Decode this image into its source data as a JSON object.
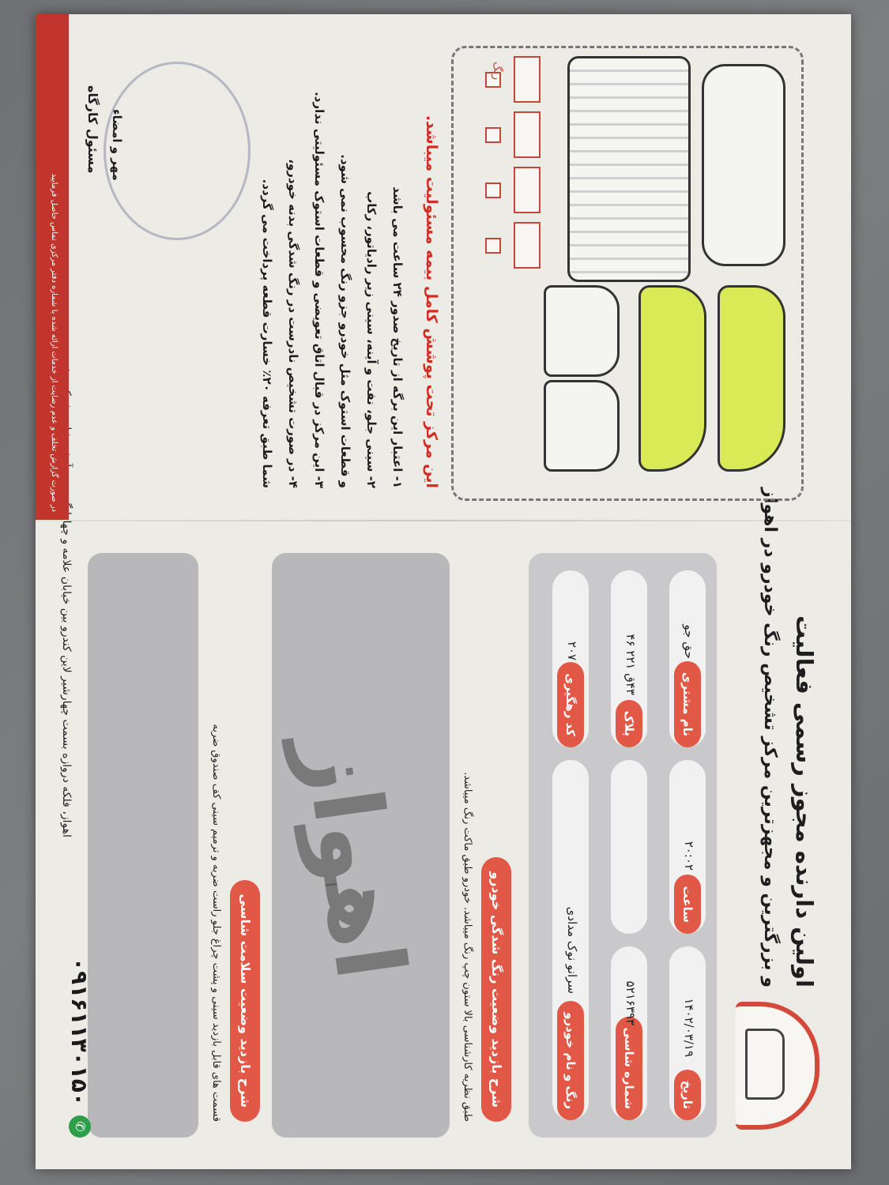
{
  "header": {
    "title_main": "اولین دارنده مجوز رسمی فعالیت",
    "title_sub": "و بزرگترین و مجهزترین مرکز تشخیص رنگ خودرو در اهواز"
  },
  "form": {
    "date_label": "تاریخ",
    "date_value": "۱۴۰۲/۰۳/۱۹",
    "time_label": "ساعت",
    "time_value": "۲۰:۰۲",
    "customer_label": "نام مشتری",
    "customer_value": "حق جو",
    "chassis_label": "شماره شاسی",
    "chassis_value": "۵۲۱۶۳۹۳",
    "plate_label": "پلاک",
    "plate_value": "۴۳ق ۲۲۱ ۴۶",
    "car_label": "رنگ و نام خودرو",
    "car_value": "سرانو نوک مدادی",
    "tracking_label": "کد رهگیری",
    "tracking_value": "۲۰۷"
  },
  "sections": {
    "paint_title": "شرح بازدید وضعیت رنگ شدگی خودرو",
    "paint_note": "طبق نظریه کارشناسی بالا ستون چپ رنگ میباشد. خودرو طبق ماکت رنگ میباشد.",
    "chassis_title": "شرح بازدید وضعیت سلامت شاسی",
    "chassis_note": "قسمت های قابل بازدید سینی و پشت چراغ جلو راست ضربه و ترمیم سینی کف صندوق ضربه"
  },
  "watermark": "اهواز",
  "contact": {
    "phone": "۰۹۱۶۱۱۳۰۱۵۰",
    "address": "اهواز، فلکه دروازه بسمت چهارشیر لاین کندرو بین خیابان علامه و چهارلنگ ردوی آتش نشانی شرکت نفت"
  },
  "diagram": {
    "color_label": "رنگ"
  },
  "terms": {
    "responsibility": "این مرکز تحت پوشش کامل بیمه مسئولیت میباشد.",
    "item1": "۱- اعتبار این برگه از تاریخ صدور ۲۴ ساعت می باشد",
    "item2": "۲- سینی جلو، نفت و آینه، سینی زیر رادیاتور، رکاب",
    "item3": "و قطعات استوک مثل خودرو جزو رنگ محسوب نمی شود.",
    "item4": "۳- این مرکز در قبال اتاق تعویضی و قطعات استوک مسئولیتی ندارد.",
    "item5": "۴- در صورت تشخیص نادرست در رنگ شدگی بدنه خودرو،",
    "item6": "شما طبق تعرفه ۲۰٪ خسارت قطعه پرداخت می گردد."
  },
  "signature": {
    "sign_label": "مهر و امضاء",
    "manager_label": "مسئول کارگاه"
  },
  "footer": {
    "note": "در صورت گزارش تخلف و عدم رضایت از خدمات ارائه شده با شماره دفتر مرکزی تماس حاصل فرمایید"
  },
  "colors": {
    "accent": "#e25846",
    "highlight": "#d8ea55",
    "panel": "#c9c9cc"
  }
}
